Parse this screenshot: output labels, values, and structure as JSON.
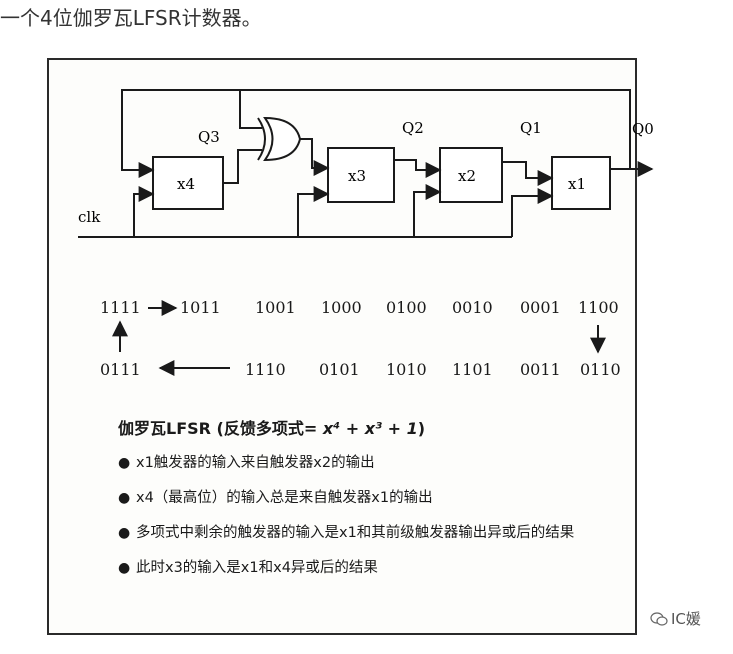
{
  "header": {
    "title": "一个4位伽罗瓦LFSR计数器。"
  },
  "circuit": {
    "registers": [
      {
        "id": "x4",
        "label": "x4"
      },
      {
        "id": "x3",
        "label": "x3"
      },
      {
        "id": "x2",
        "label": "x2"
      },
      {
        "id": "x1",
        "label": "x1"
      }
    ],
    "signals": {
      "q3": "Q3",
      "q2": "Q2",
      "q1": "Q1",
      "q0": "Q0",
      "clk": "clk"
    }
  },
  "sequence": {
    "top_row": [
      "1111",
      "1011",
      "1001",
      "1000",
      "0100",
      "0010",
      "0001",
      "1100"
    ],
    "bottom_row": [
      "0111",
      "1110",
      "0101",
      "1010",
      "1101",
      "0011",
      "0110"
    ]
  },
  "notes": {
    "title_text": "伽罗瓦LFSR (反馈多项式= ",
    "formula": "x⁴ + x³ + 1",
    "title_close": ")",
    "bullet": "●",
    "items": [
      "x1触发器的输入来自触发器x2的输出",
      "x4（最高位）的输入总是来自触发器x1的输出",
      "多项式中剩余的触发器的输入是x1和其前级触发器输出异或后的结果",
      "此时x3的输入是x1和x4异或后的结果"
    ]
  },
  "watermark": {
    "text": "IC媛",
    "icon": "wechat-icon"
  }
}
